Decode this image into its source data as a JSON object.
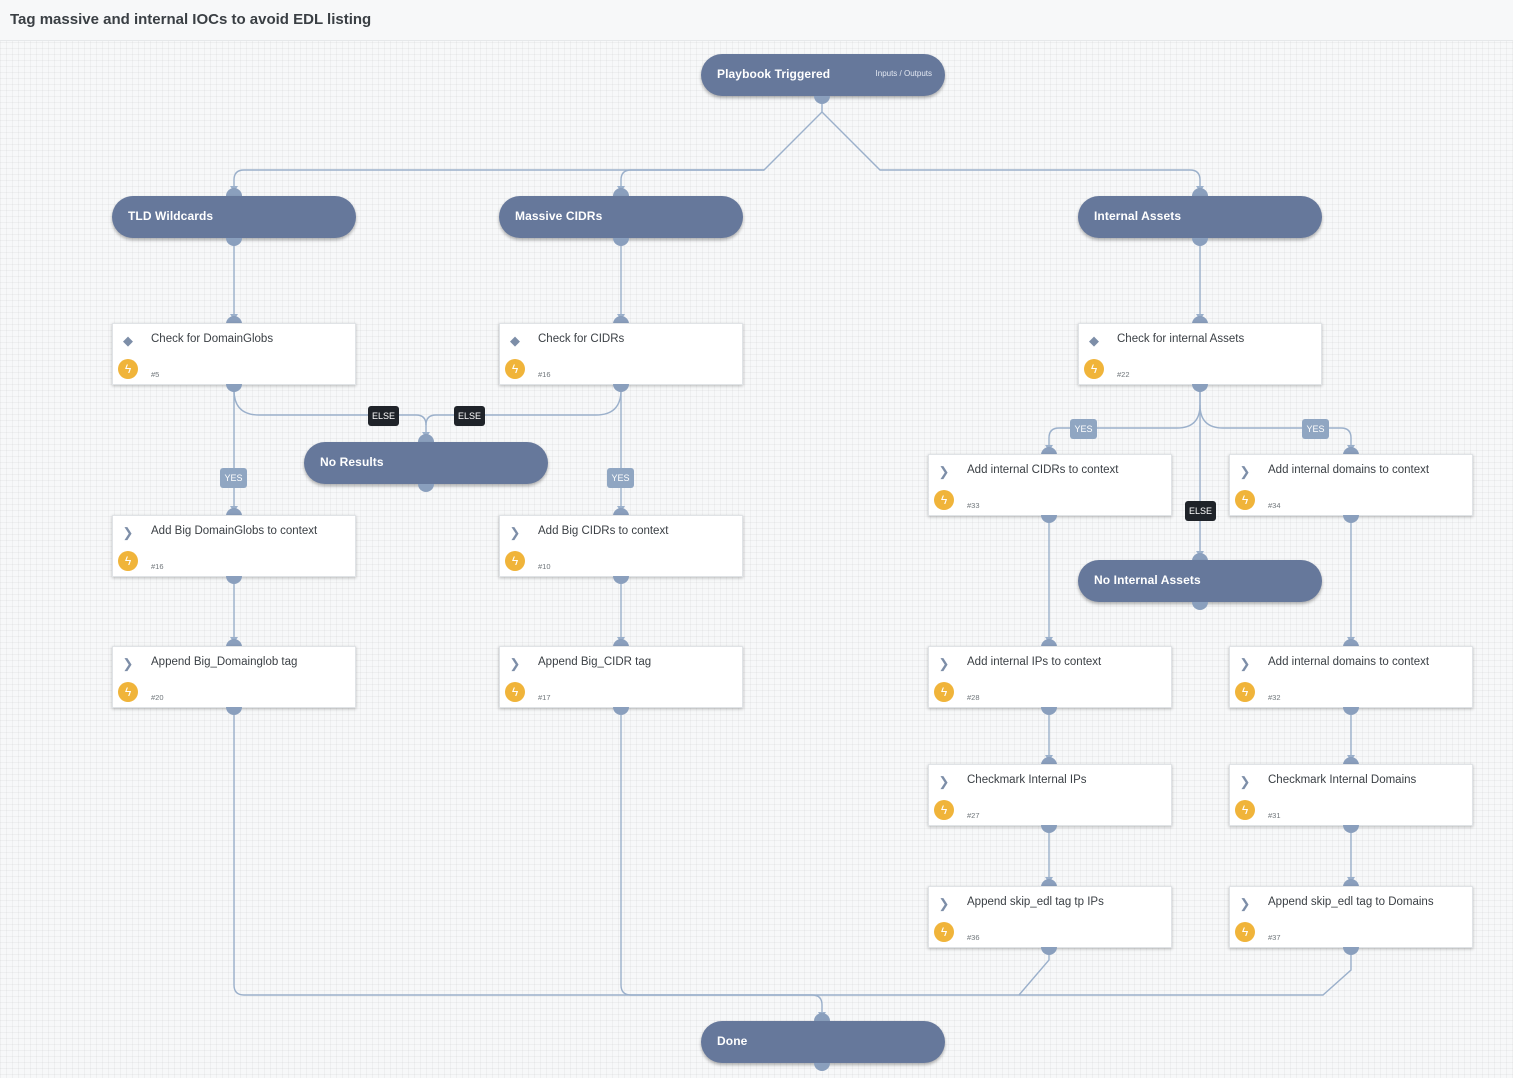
{
  "title": "Tag massive and internal IOCs to avoid EDL listing",
  "icons": {
    "condition": "diamond-icon",
    "regular": "chevron-right-icon",
    "automation": "lightning-bolt-icon"
  },
  "colors": {
    "header_node": "#66789b",
    "edge": "#9bb0cb",
    "port": "#8a9fbd",
    "else_badge": "#1f2329",
    "yes_badge": "#90a6c2",
    "bolt": "#f0b43a"
  },
  "start": {
    "label": "Playbook Triggered",
    "io": "Inputs / Outputs"
  },
  "sections": {
    "tld": "TLD Wildcards",
    "cidrs": "Massive CIDRs",
    "internal": "Internal Assets"
  },
  "ends": {
    "no_results": "No Results",
    "no_internal": "No Internal Assets",
    "done": "Done"
  },
  "tasks": {
    "check_domainglobs": {
      "label": "Check for DomainGlobs",
      "num": "#5"
    },
    "check_cidrs": {
      "label": "Check for CIDRs",
      "num": "#16"
    },
    "check_internal": {
      "label": "Check for internal Assets",
      "num": "#22"
    },
    "add_big_domainglobs": {
      "label": "Add Big DomainGlobs to context",
      "num": "#16"
    },
    "add_big_cidrs": {
      "label": "Add Big CIDRs to context",
      "num": "#10"
    },
    "append_big_domainglob": {
      "label": "Append Big_Domainglob tag",
      "num": "#20"
    },
    "append_big_cidr": {
      "label": "Append Big_CIDR tag",
      "num": "#17"
    },
    "add_internal_cidrs": {
      "label": "Add internal CIDRs to context",
      "num": "#33"
    },
    "add_internal_domains_a": {
      "label": "Add internal domains to context",
      "num": "#34"
    },
    "add_internal_ips": {
      "label": "Add internal IPs to context",
      "num": "#28"
    },
    "add_internal_domains_b": {
      "label": "Add internal domains to context",
      "num": "#32"
    },
    "checkmark_ips": {
      "label": "Checkmark Internal IPs",
      "num": "#27"
    },
    "checkmark_domains": {
      "label": "Checkmark Internal Domains",
      "num": "#31"
    },
    "append_skip_ips": {
      "label": "Append skip_edl tag tp IPs",
      "num": "#36"
    },
    "append_skip_domains": {
      "label": "Append skip_edl tag to Domains",
      "num": "#37"
    }
  },
  "badges": {
    "else": "ELSE",
    "yes": "YES"
  }
}
